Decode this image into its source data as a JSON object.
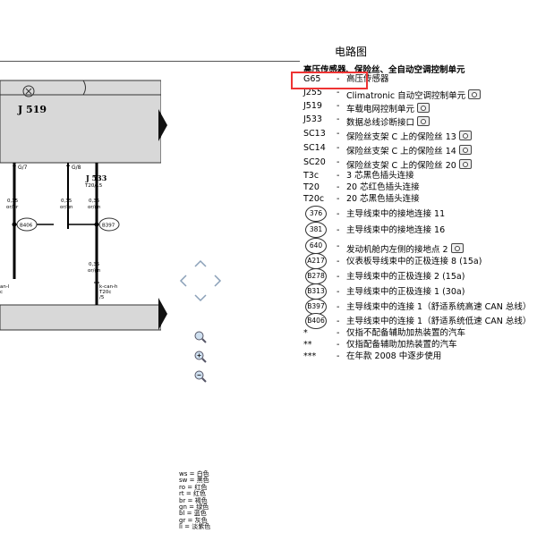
{
  "page": {
    "title": "电路图"
  },
  "diagram": {
    "component_j519": "J 519",
    "wire_g7": "G/7",
    "wire_g8": "G/8",
    "component_j533": "J 533",
    "j533_pin": "T20/15",
    "wire_left_size": "0,35",
    "wire_left_color": "or/br",
    "wire_mid_size": "0,35",
    "wire_mid_color": "or/gn",
    "wire_j533_size": "0,35",
    "wire_j533_color": "or/gn",
    "conn_b406": "B406",
    "conn_b397": "B397",
    "wire_lower_size": "0,35",
    "wire_lower_color": "or/gn",
    "left_label1": "an-l",
    "left_label2": "c",
    "kcan_label": "k-can-h",
    "kcan_pin": "T20c",
    "kcan_num": "/5"
  },
  "legend": {
    "title": "高压传感器、保险丝、全自动空调控制单元",
    "rows": [
      {
        "code": "G65",
        "desc": "高压传感器",
        "camera": false
      },
      {
        "code": "J255",
        "desc": "Climatronic 自动空调控制单元",
        "camera": true
      },
      {
        "code": "J519",
        "desc": "车载电网控制单元",
        "camera": true
      },
      {
        "code": "J533",
        "desc": "数据总线诊断接口",
        "camera": true
      },
      {
        "code": "SC13",
        "desc": "保险丝支架 C 上的保险丝 13",
        "camera": true
      },
      {
        "code": "SC14",
        "desc": "保险丝支架 C 上的保险丝 14",
        "camera": true
      },
      {
        "code": "SC20",
        "desc": "保险丝支架 C 上的保险丝 20",
        "camera": true
      },
      {
        "code": "T3c",
        "desc": "3 芯黑色插头连接",
        "camera": false
      },
      {
        "code": "T20",
        "desc": "20 芯红色插头连接",
        "camera": false
      },
      {
        "code": "T20c",
        "desc": "20 芯黑色插头连接",
        "camera": false
      }
    ],
    "circle_rows": [
      {
        "code": "376",
        "desc": "主导线束中的接地连接 11",
        "camera": false
      },
      {
        "code": "381",
        "desc": "主导线束中的接地连接 16",
        "camera": false
      },
      {
        "code": "640",
        "desc": "发动机舱内左侧的接地点 2",
        "camera": true
      },
      {
        "code": "A217",
        "desc": "仪表板导线束中的正极连接 8 (15a)",
        "camera": false
      },
      {
        "code": "B278",
        "desc": "主导线束中的正极连接 2 (15a)",
        "camera": false
      },
      {
        "code": "B313",
        "desc": "主导线束中的正极连接 1 (30a)",
        "camera": false
      },
      {
        "code": "B397",
        "desc": "主导线束中的连接 1（舒适系统高速 CAN 总线）",
        "camera": false
      },
      {
        "code": "B406",
        "desc": "主导线束中的连接 1（舒适系统低速 CAN 总线）",
        "camera": false
      }
    ],
    "notes": [
      {
        "code": "*",
        "desc": "仅指不配备辅助加热装置的汽车"
      },
      {
        "code": "**",
        "desc": "仅指配备辅助加热装置的汽车"
      },
      {
        "code": "***",
        "desc": "在年款 2008 中逐步使用"
      }
    ]
  },
  "color_key": [
    "ws = 白色",
    "sw = 黑色",
    "ro = 红色",
    "rt = 红色",
    "br = 褐色",
    "gn = 绿色",
    "bl = 蓝色",
    "gr = 灰色",
    "li = 淡紫色"
  ]
}
